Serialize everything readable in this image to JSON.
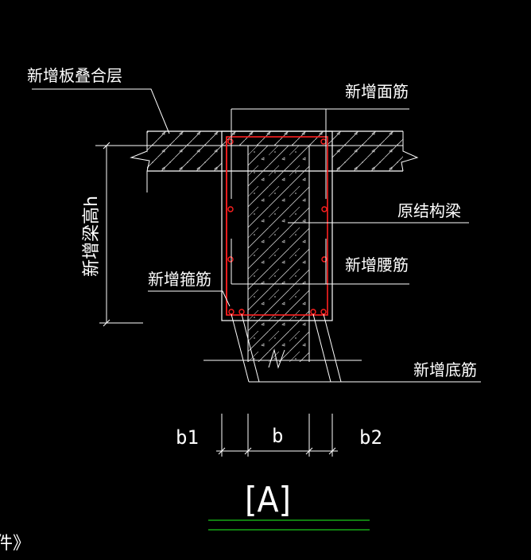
{
  "labels": {
    "slab_overlay": "新增板叠合层",
    "top_bars": "新增面筋",
    "original_beam": "原结构梁",
    "waist_bars": "新增腰筋",
    "stirrups": "新增箍筋",
    "bottom_bars": "新增底筋",
    "beam_height": "新增梁高h"
  },
  "dimensions": {
    "b1": "b1",
    "b": "b",
    "b2": "b2"
  },
  "detail_tag": "[A]",
  "edge_fragment": "件》",
  "colors": {
    "background": "#000000",
    "lines": "#ffffff",
    "rebar": "#ff2020",
    "underline": "#19c819"
  }
}
